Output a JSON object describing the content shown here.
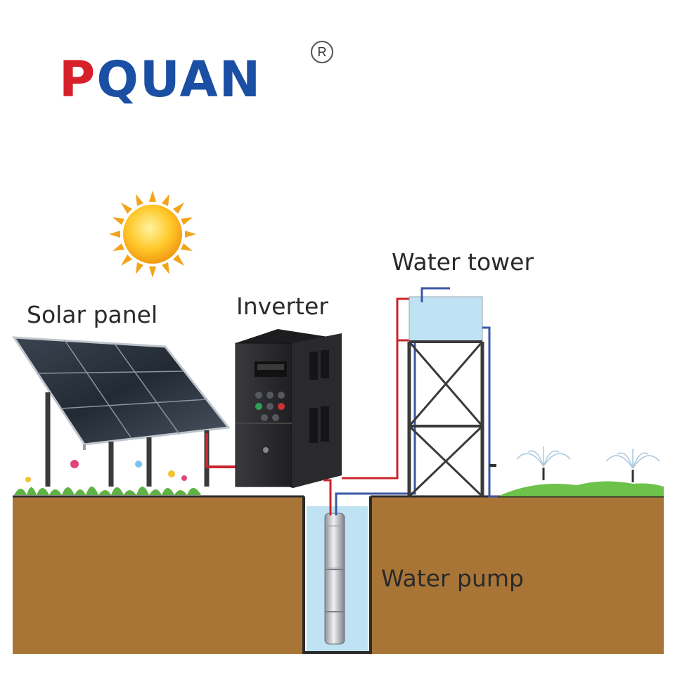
{
  "brand": {
    "logo_first_letter": "P",
    "logo_rest": "QUAN",
    "registered_mark": "R",
    "colors": {
      "red": "#d6202a",
      "blue": "#1a4fa3"
    }
  },
  "diagram": {
    "labels": {
      "solar_panel": "Solar panel",
      "inverter": "Inverter",
      "water_tower": "Water tower",
      "water_pump": "Water pump"
    },
    "colors": {
      "soil": "#a97537",
      "water": "#bfe3f3",
      "grass": "#6cc24a",
      "dc_cable": "#c8252c",
      "ac_cable": "#3a57a6",
      "inverter_body": "#2e2e31"
    }
  }
}
